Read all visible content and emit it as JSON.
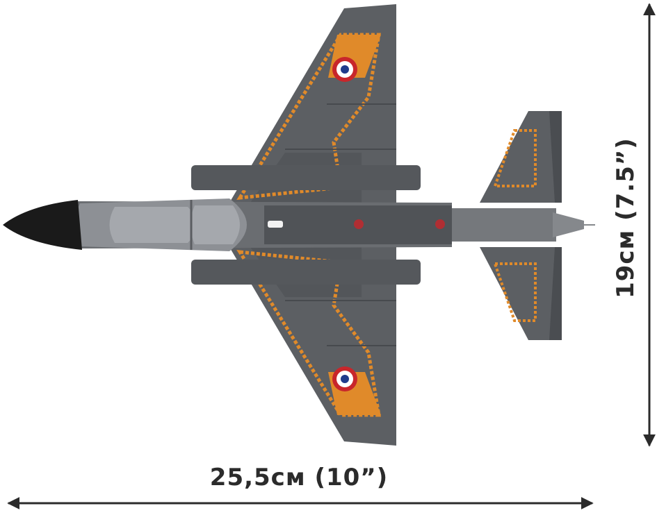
{
  "dimensions": {
    "width_label": "25,5см (10”)",
    "height_label": "19см (7.5”)"
  },
  "colors": {
    "camo_gray": "#5c5f63",
    "panel_dark": "#4a4d51",
    "trim_orange": "#e08a2a",
    "dashed_red": "#b53a22",
    "nose_black": "#1a1a1a",
    "canopy": "#8d9095",
    "arrow": "#2b2b2b",
    "roundel_blue": "#1f3b8c",
    "roundel_red": "#c8262b"
  },
  "icons": {
    "aircraft": "alpha-jet-model-top-view",
    "roundel": "french-roundel-icon"
  }
}
